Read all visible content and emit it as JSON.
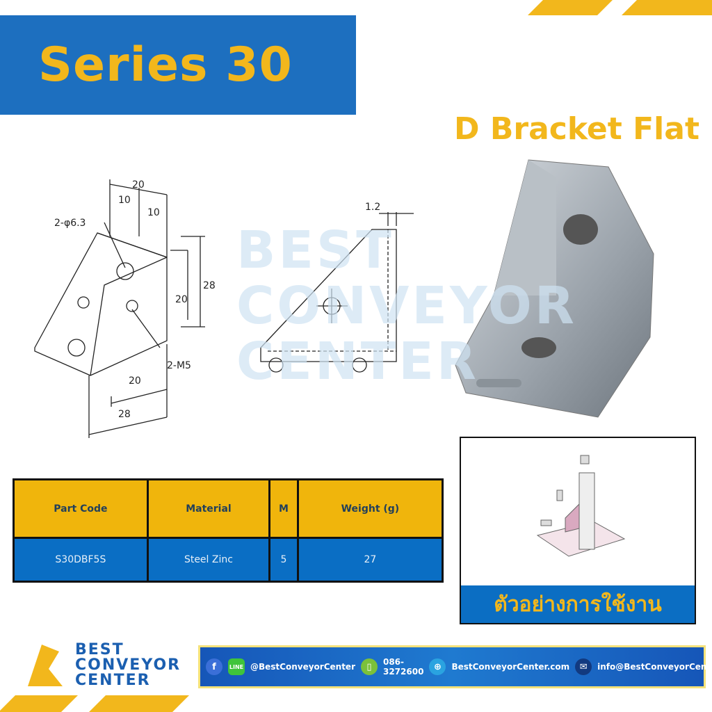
{
  "header": {
    "series_title": "Series 30",
    "product_name": "D Bracket Flat"
  },
  "watermark": {
    "lines": [
      "BEST",
      "CONVEYOR",
      "CENTER"
    ]
  },
  "drawing": {
    "labels": [
      "20",
      "10",
      "10",
      "2-φ6.3",
      "28",
      "20",
      "2-M5",
      "20",
      "28"
    ],
    "side_labels": [
      "1.2"
    ]
  },
  "table": {
    "headers": [
      "Part Code",
      "Material",
      "M",
      "Weight (g)"
    ],
    "rows": [
      [
        "S30DBF5S",
        "Steel Zinc",
        "5",
        "27"
      ]
    ]
  },
  "usage": {
    "label": "ตัวอย่างการใช้งาน"
  },
  "logo": {
    "lines": [
      "BEST",
      "CONVEYOR",
      "CENTER"
    ]
  },
  "contact": {
    "social": "@BestConveyorCenter",
    "phone": "086-3272600",
    "website": "BestConveyorCenter.com",
    "email": "info@BestConveyorCenter.com"
  },
  "colors": {
    "brand_blue": "#1d6fbf",
    "brand_yellow": "#f2b71c"
  }
}
